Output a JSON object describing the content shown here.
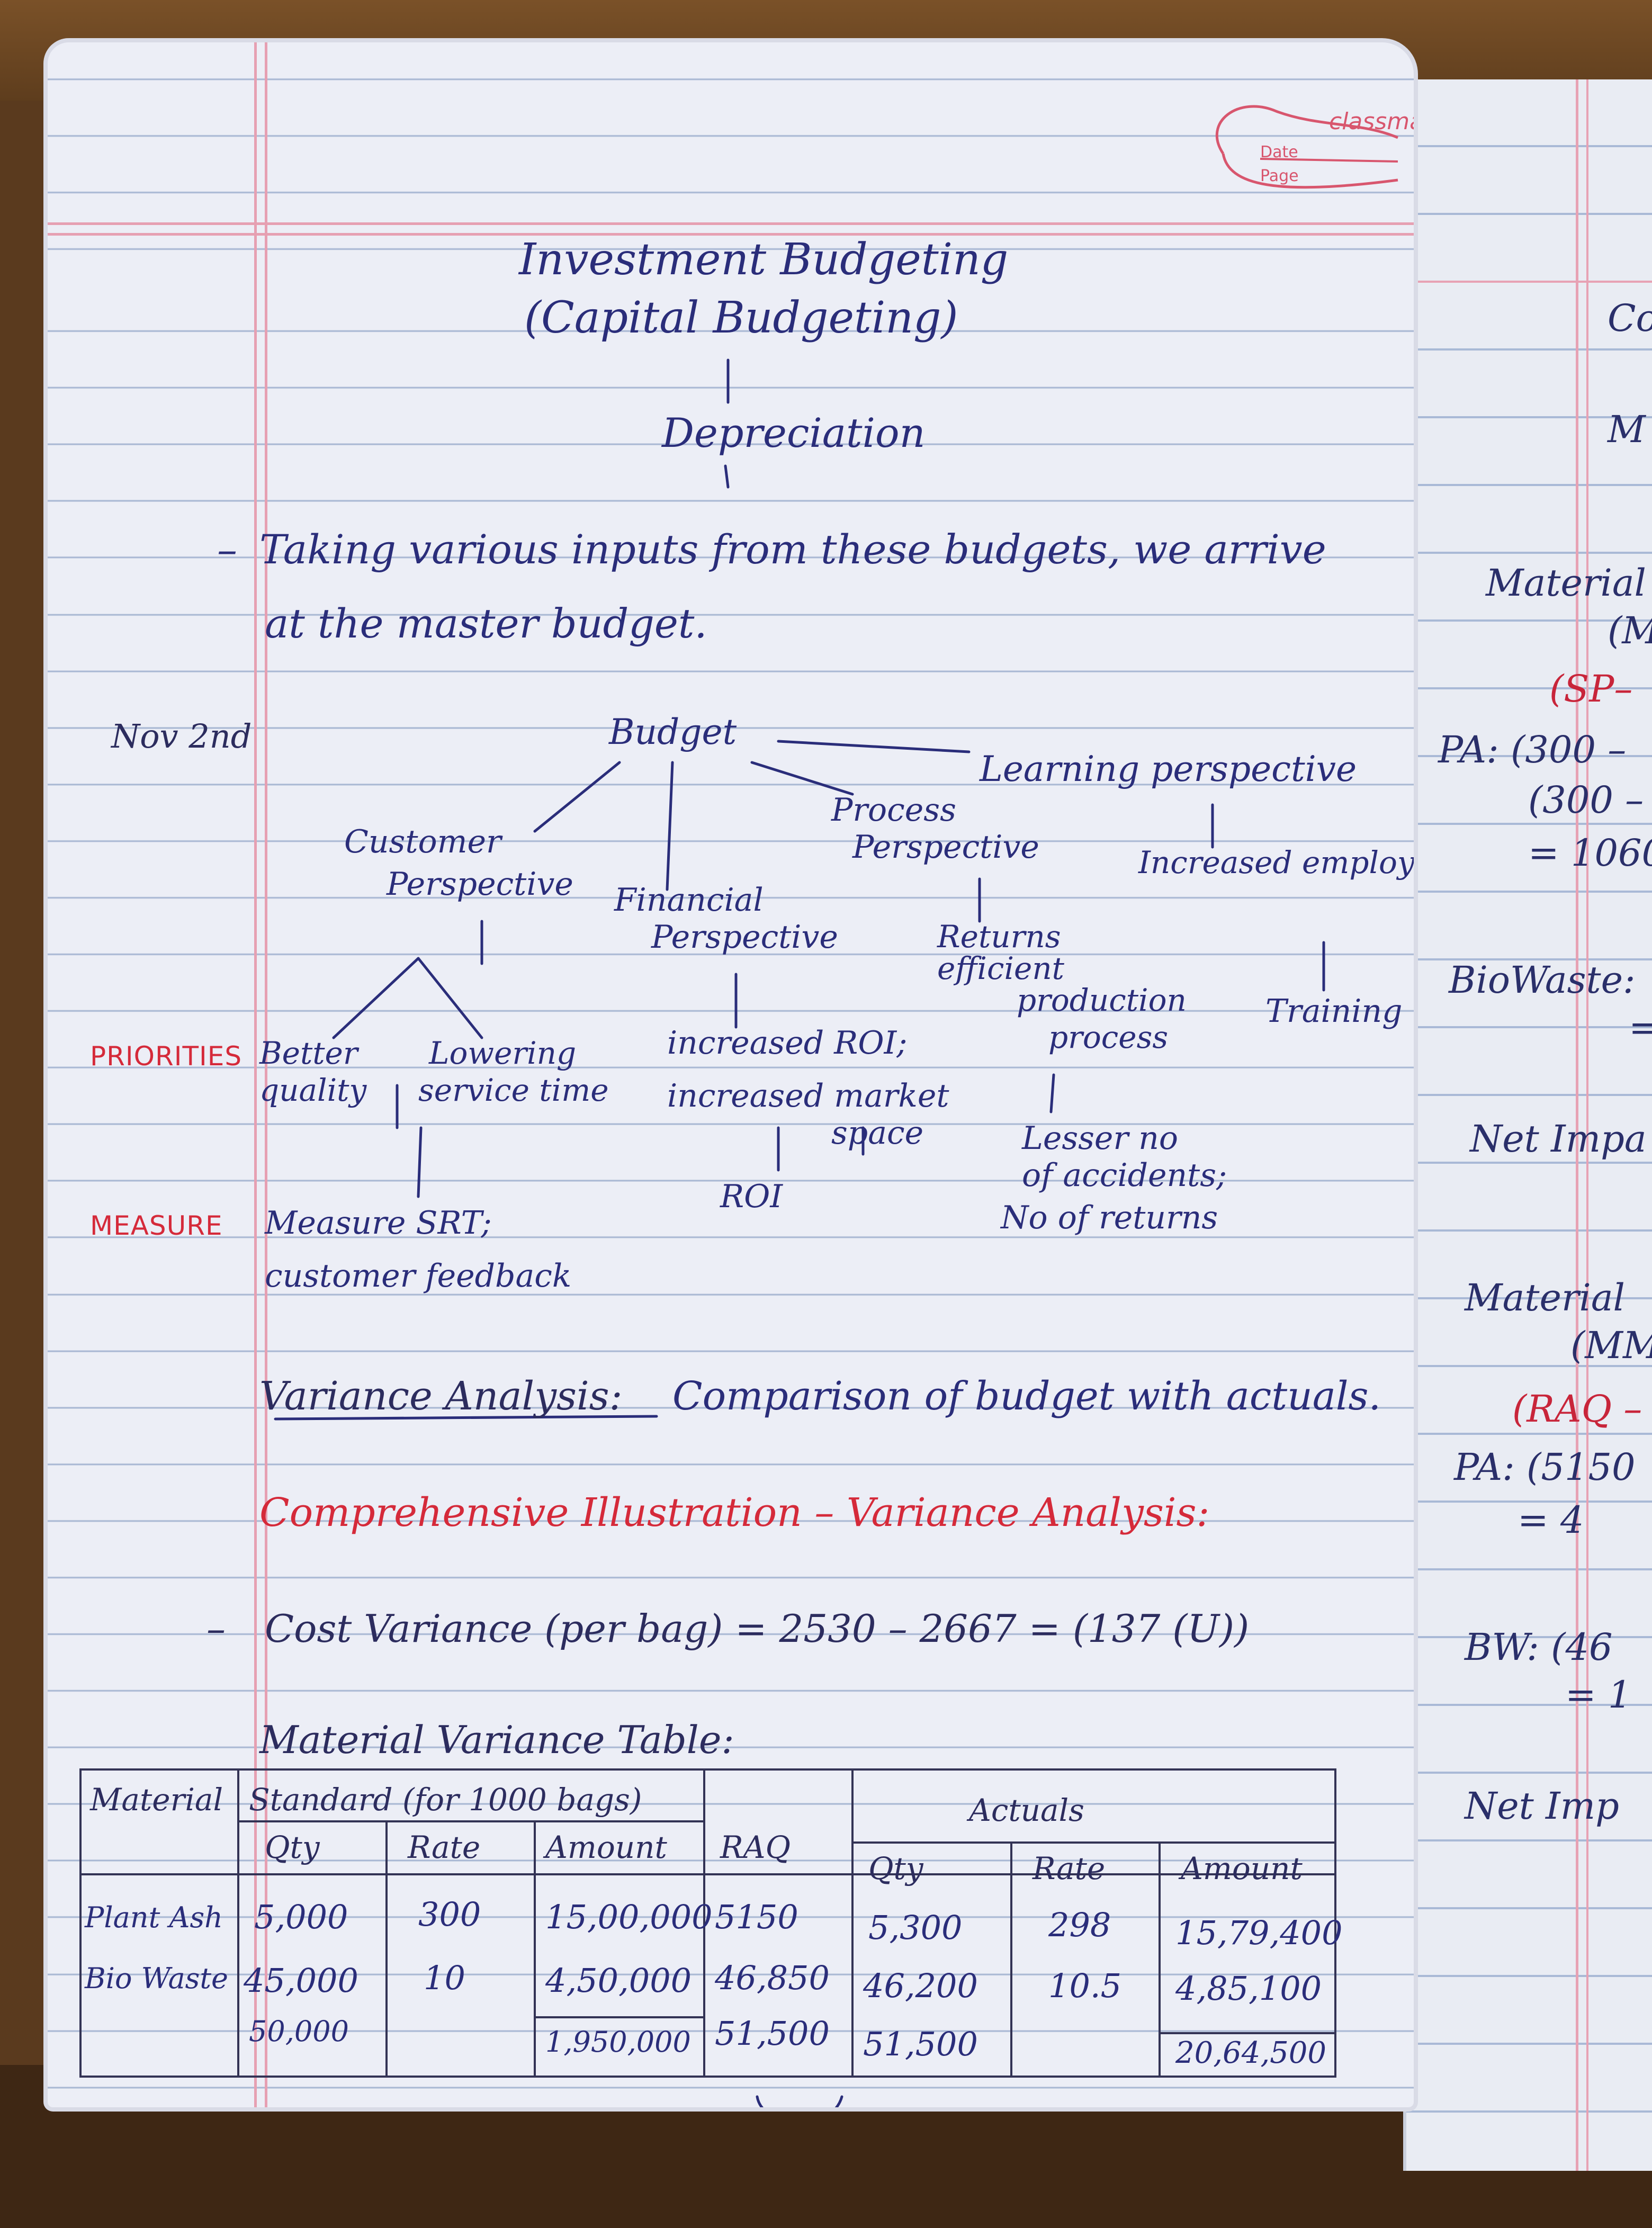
{
  "brand": {
    "name": "classmate",
    "date_label": "Date",
    "page_label": "Page"
  },
  "heading": {
    "line1": "Investment Budgeting",
    "line2": "(Capital Budgeting)",
    "line3": "Depreciation"
  },
  "note": {
    "dash": "–",
    "line1": "Taking various inputs from these budgets, we arrive",
    "line2": "at the master budget."
  },
  "date_note": "Nov 2nd",
  "tree": {
    "root": "Budget",
    "learning": "Learning perspective",
    "learning_child": "Increased employee skills",
    "learning_measure": "Training hours",
    "process_line1": "Process",
    "process_line2": "Perspective",
    "process_child_line1": "Returns",
    "process_child_line2": "efficient",
    "process_child_line3": "production",
    "process_child_line4": "process",
    "process_measure_line1": "Lesser no",
    "process_measure_line2": "of accidents;",
    "process_measure_line3": "No of returns",
    "financial_line1": "Financial",
    "financial_line2": "Perspective",
    "financial_child_line1": "increased ROI;",
    "financial_child_line2": "increased market",
    "financial_child_line3": "space",
    "financial_measure": "ROI",
    "customer_line1": "Customer",
    "customer_line2": "Perspective",
    "customer_child1_line1": "Better",
    "customer_child1_line2": "quality",
    "customer_child2_line1": "Lowering",
    "customer_child2_line2": "service time",
    "customer_measure_line1": "Measure SRT;",
    "customer_measure_line2": "customer feedback",
    "priorities_label": "PRIORITIES",
    "measure_label": "MEASURE"
  },
  "variance": {
    "title": "Variance Analysis:",
    "definition": "Comparison of budget with actuals."
  },
  "illustration_title": "Comprehensive Illustration – Variance Analysis:",
  "cost_variance": {
    "dash": "–",
    "text": "Cost Variance (per bag) = 2530 – 2667 = (137 (U))"
  },
  "table_title": "Material Variance Table:",
  "table": {
    "header_material": "Material",
    "header_standard": "Standard (for 1000 bags)",
    "header_actuals": "Actuals",
    "sub_headers": [
      "Qty",
      "Rate",
      "Amount",
      "RAQ",
      "Qty",
      "Rate",
      "Amount"
    ],
    "rows": [
      {
        "material": "Plant Ash",
        "qty": "5,000",
        "rate": "300",
        "amount": "15,00,000",
        "raq": "5150",
        "a_qty": "5,300",
        "a_rate": "298",
        "a_amount": "15,79,400"
      },
      {
        "material": "Bio Waste",
        "qty": "45,000",
        "rate": "10",
        "amount": "4,50,000",
        "raq": "46,850",
        "a_qty": "46,200",
        "a_rate": "10.5",
        "a_amount": "4,85,100"
      },
      {
        "material": "",
        "qty": "50,000",
        "rate": "",
        "amount": "1,950,000",
        "raq": "51,500",
        "a_qty": "51,500",
        "a_rate": "",
        "a_amount": "20,64,500"
      }
    ]
  },
  "right_page": {
    "fragments": [
      {
        "text": "Co",
        "red": false
      },
      {
        "text": "M",
        "red": false
      },
      {
        "text": "Material",
        "red": false
      },
      {
        "text": "(M",
        "red": false
      },
      {
        "text": "(SP–",
        "red": true
      },
      {
        "text": "PA: (300 –",
        "red": false
      },
      {
        "text": "(300 –",
        "red": false
      },
      {
        "text": "= 1060",
        "red": false
      },
      {
        "text": "BioWaste:",
        "red": false
      },
      {
        "text": "=",
        "red": false
      },
      {
        "text": "Net Impa",
        "red": false
      },
      {
        "text": "Material",
        "red": false
      },
      {
        "text": "(MM",
        "red": false
      },
      {
        "text": "(RAQ –",
        "red": true
      },
      {
        "text": "PA: (5150",
        "red": false
      },
      {
        "text": "= 4",
        "red": false
      },
      {
        "text": "BW: (46",
        "red": false
      },
      {
        "text": "= 1",
        "red": false
      },
      {
        "text": "Net Imp",
        "red": false
      }
    ]
  },
  "colors": {
    "ink_blue": "#2a2d7a",
    "ink_red": "#d52a3a",
    "paper": "#eceef6",
    "rule": "#a8b7d3",
    "margin": "#e6a0b2"
  }
}
